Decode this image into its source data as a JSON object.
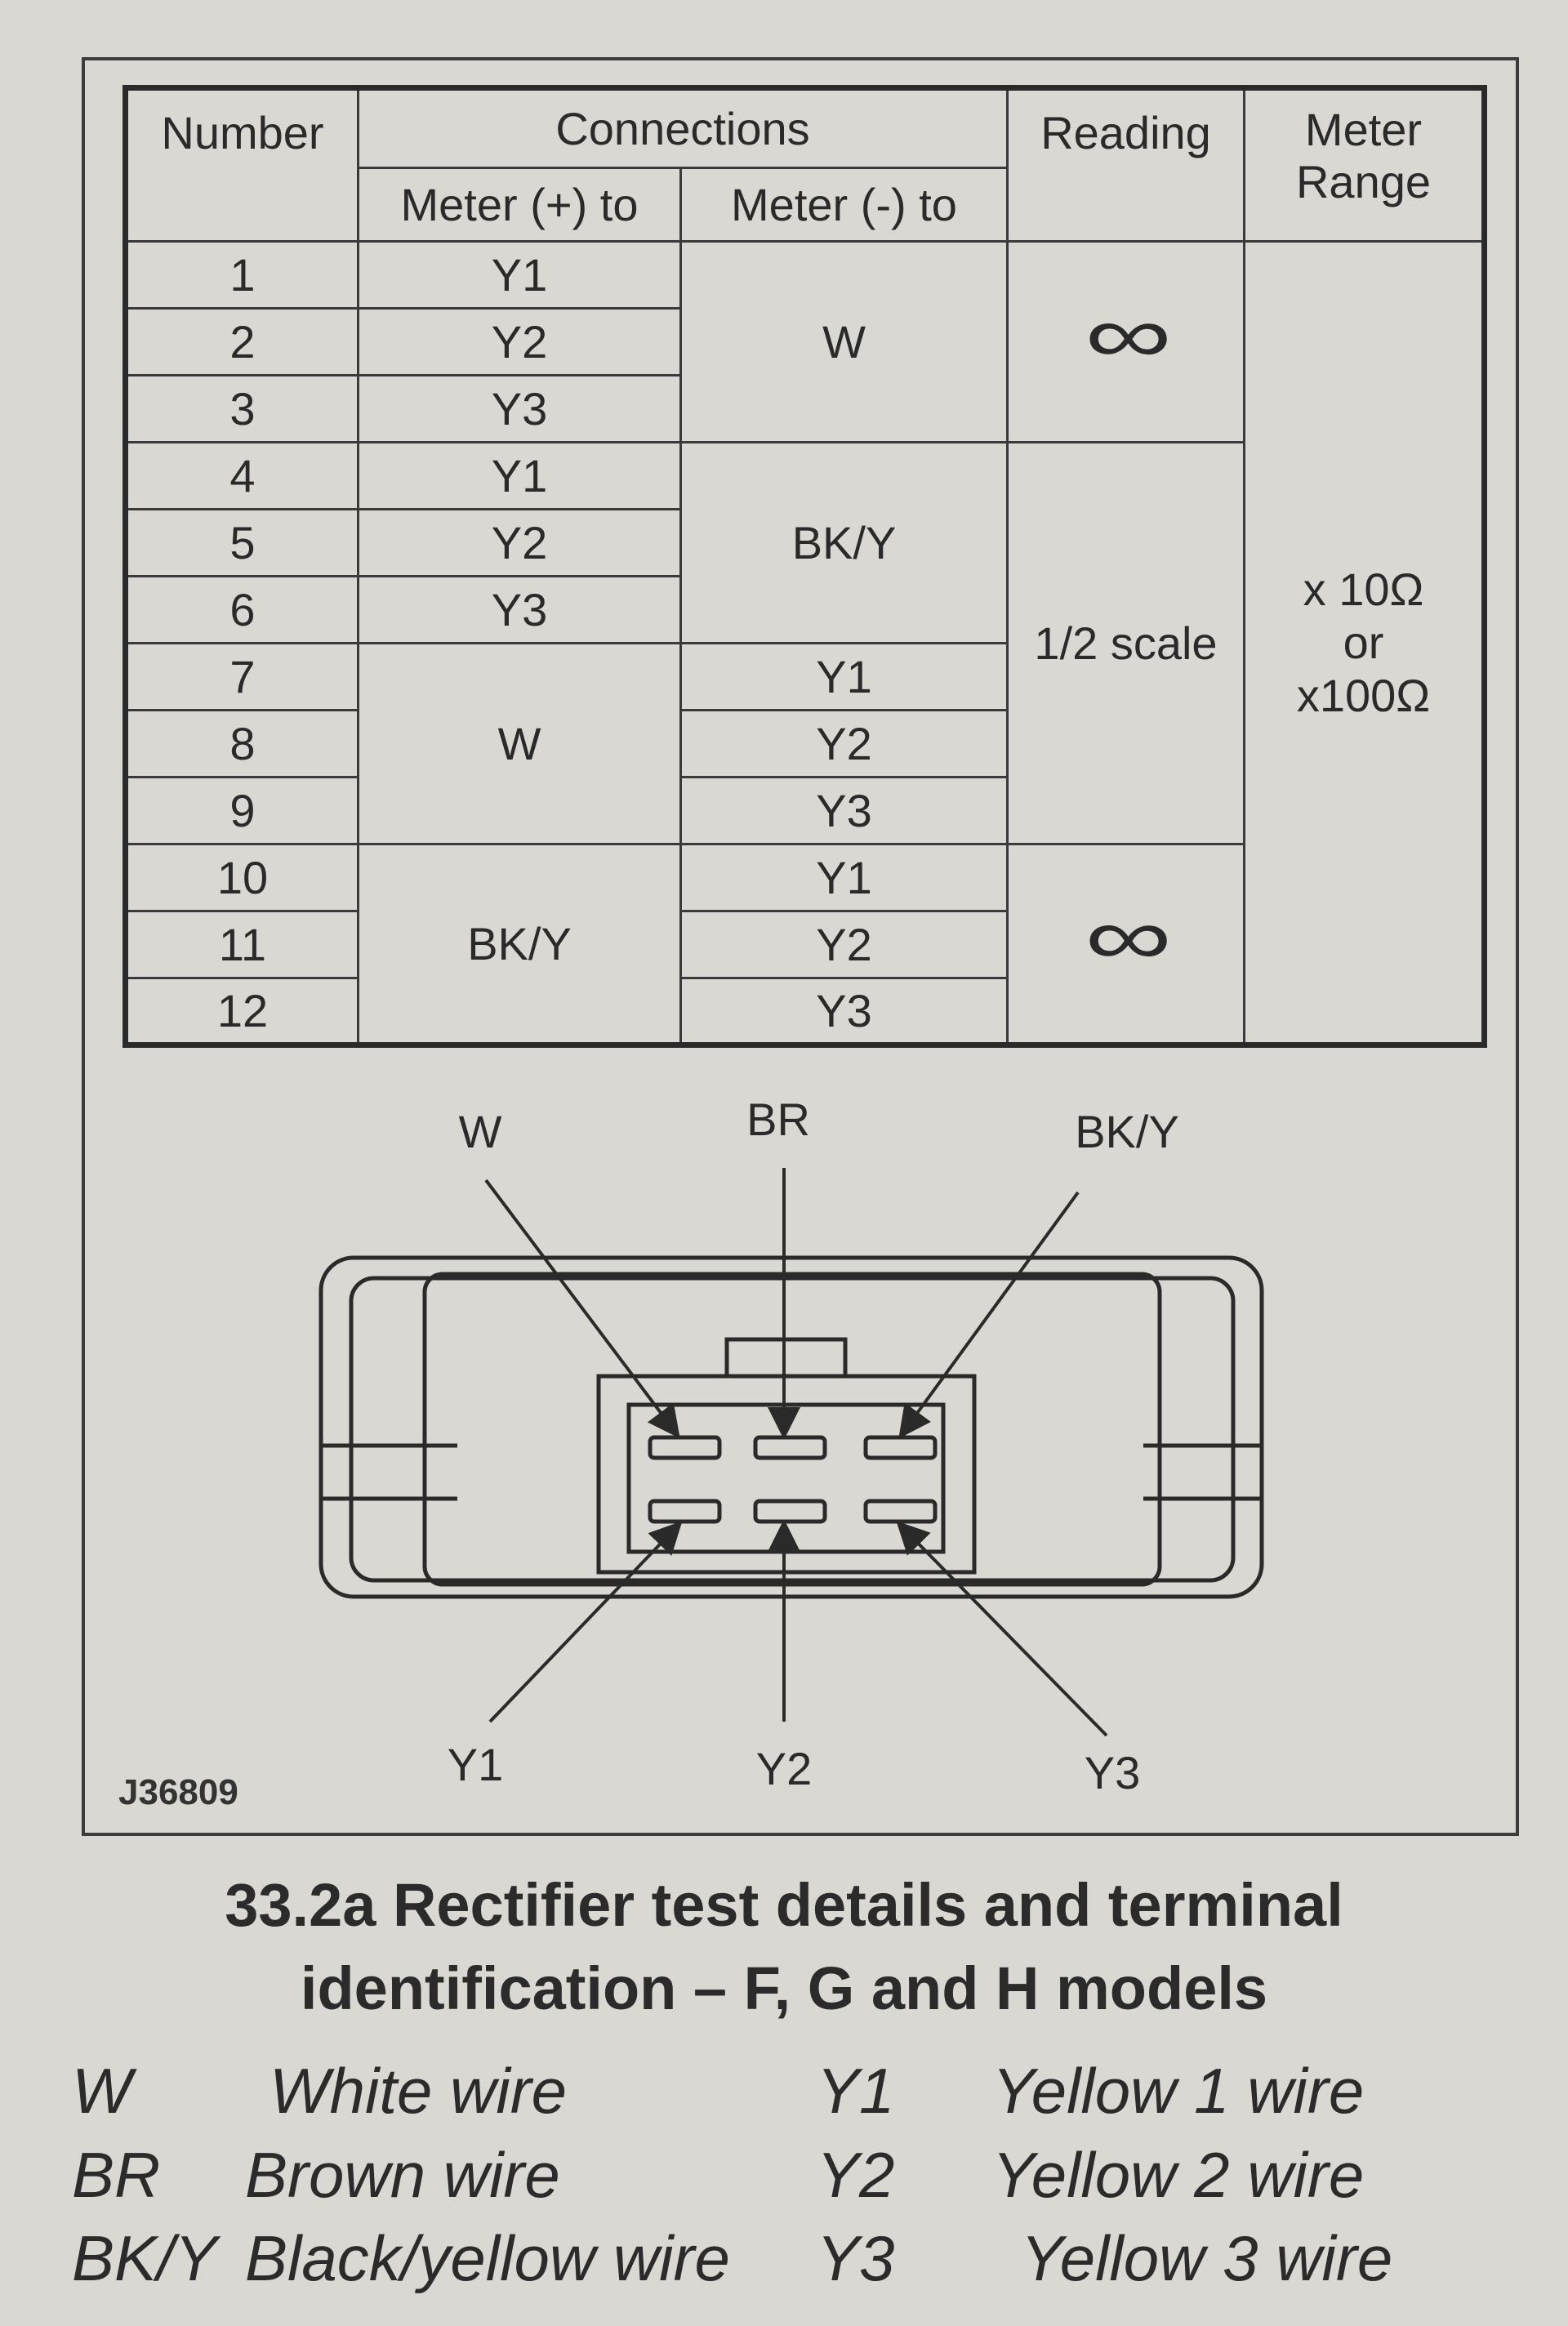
{
  "table": {
    "headers": {
      "number": "Number",
      "connections": "Connections",
      "meter_plus": "Meter (+) to",
      "meter_minus": "Meter (-) to",
      "reading": "Reading",
      "meter_range_line1": "Meter",
      "meter_range_line2": "Range"
    },
    "numbers": [
      "1",
      "2",
      "3",
      "4",
      "5",
      "6",
      "7",
      "8",
      "9",
      "10",
      "11",
      "12"
    ],
    "groups": [
      {
        "plus": [
          "Y1",
          "Y2",
          "Y3"
        ],
        "minus": [
          "W"
        ],
        "reading": "∞"
      },
      {
        "plus": [
          "Y1",
          "Y2",
          "Y3"
        ],
        "minus": [
          "BK/Y"
        ],
        "reading": "1/2 scale"
      },
      {
        "plus": [
          "W"
        ],
        "minus": [
          "Y1",
          "Y2",
          "Y3"
        ],
        "reading": "1/2 scale"
      },
      {
        "plus": [
          "BK/Y"
        ],
        "minus": [
          "Y1",
          "Y2",
          "Y3"
        ],
        "reading": "∞"
      }
    ],
    "range": {
      "line1": "x 10Ω",
      "line2": "or",
      "line3": "x100Ω"
    }
  },
  "diagram": {
    "labels": {
      "w": "W",
      "br": "BR",
      "bky": "BK/Y",
      "y1": "Y1",
      "y2": "Y2",
      "y3": "Y3"
    },
    "figure_code": "J36809"
  },
  "caption": {
    "line1": "33.2a Rectifier test details and terminal",
    "line2": "identification – F, G and H models"
  },
  "legend": [
    {
      "code": "W",
      "desc": "White wire"
    },
    {
      "code": "BR",
      "desc": "Brown wire"
    },
    {
      "code": "BK/Y",
      "desc": "Black/yellow wire"
    },
    {
      "code": "Y1",
      "desc": "Yellow 1 wire"
    },
    {
      "code": "Y2",
      "desc": "Yellow 2 wire"
    },
    {
      "code": "Y3",
      "desc": "Yellow 3 wire"
    }
  ]
}
